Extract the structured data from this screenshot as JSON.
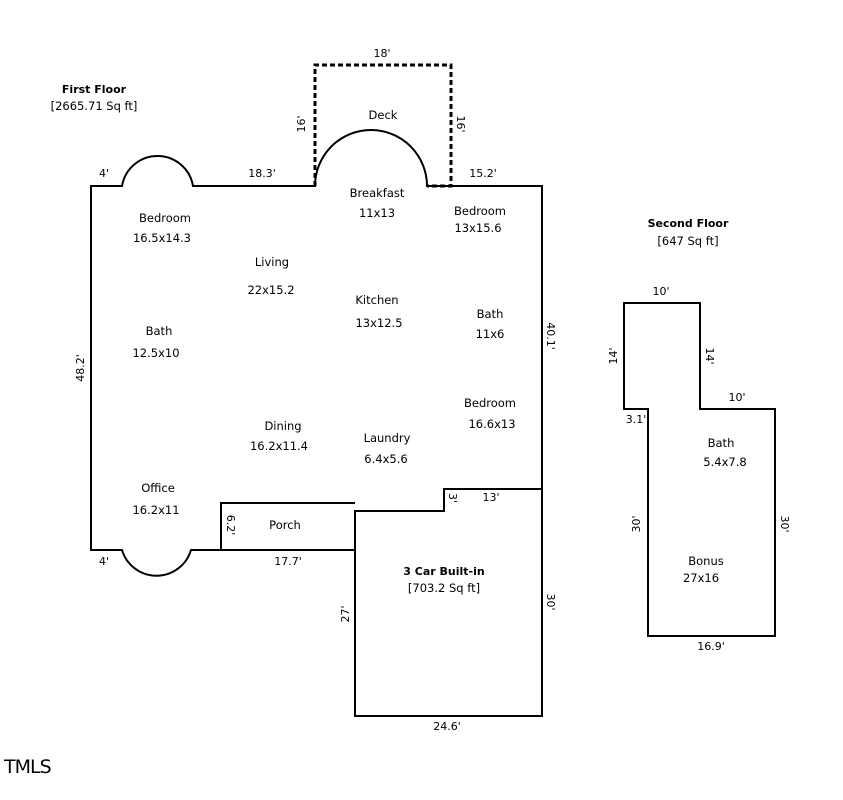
{
  "first_floor": {
    "title": "First Floor",
    "area": "[2665.71 Sq ft]"
  },
  "second_floor": {
    "title": "Second Floor",
    "area": "[647 Sq ft]"
  },
  "garage": {
    "title": "3 Car Built-in",
    "area": "[703.2 Sq ft]"
  },
  "deck": {
    "name": "Deck",
    "dim_top": "18'",
    "dim_left": "16'",
    "dim_right": "16'"
  },
  "rooms": {
    "breakfast": {
      "name": "Breakfast",
      "size": "11x13"
    },
    "bedroom_nw": {
      "name": "Bedroom",
      "size": "16.5x14.3"
    },
    "living": {
      "name": "Living",
      "size": "22x15.2"
    },
    "kitchen": {
      "name": "Kitchen",
      "size": "13x12.5"
    },
    "bedroom_ne": {
      "name": "Bedroom",
      "size": "13x15.6"
    },
    "bath_w": {
      "name": "Bath",
      "size": "12.5x10"
    },
    "bath_e": {
      "name": "Bath",
      "size": "11x6"
    },
    "bedroom_e": {
      "name": "Bedroom",
      "size": "16.6x13"
    },
    "dining": {
      "name": "Dining",
      "size": "16.2x11.4"
    },
    "laundry": {
      "name": "Laundry",
      "size": "6.4x5.6"
    },
    "office": {
      "name": "Office",
      "size": "16.2x11"
    },
    "porch": {
      "name": "Porch"
    },
    "bath_2": {
      "name": "Bath",
      "size": "5.4x7.8"
    },
    "bonus": {
      "name": "Bonus",
      "size": "27x16"
    }
  },
  "dims": {
    "top_left": "4'",
    "top_mid": "18.3'",
    "top_right": "15.2'",
    "left": "48.2'",
    "right": "40.1'",
    "bottom_left": "4'",
    "porch_bottom": "17.7'",
    "porch_side": "6.2'",
    "notch_small": "3'",
    "notch_top": "13'",
    "garage_left": "27'",
    "garage_right": "30'",
    "garage_bottom": "24.6'",
    "sf_top": "10'",
    "sf_left_upper": "14'",
    "sf_inner": "14'",
    "sf_step": "10'",
    "sf_left_step": "3.1'",
    "sf_left": "30'",
    "sf_right": "30'",
    "sf_bottom": "16.9'"
  },
  "logo": {
    "text": "TMLS"
  }
}
